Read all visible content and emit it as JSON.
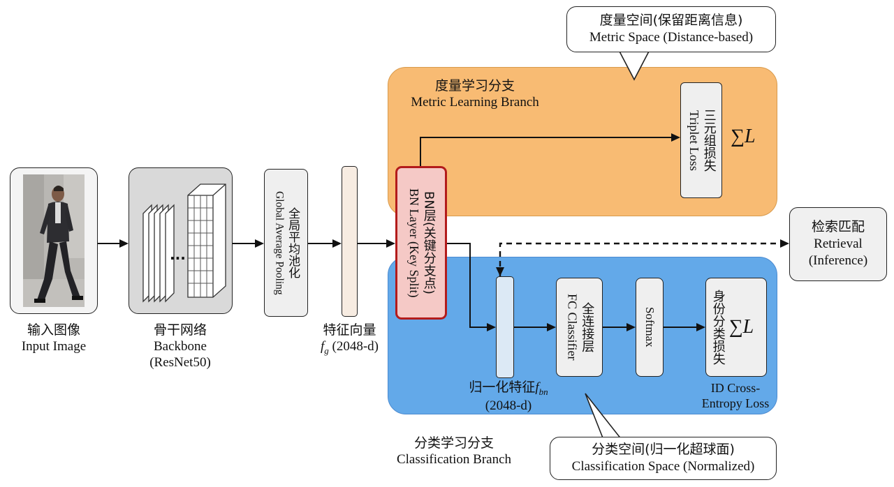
{
  "input": {
    "title_cn": "输入图像",
    "title_en": "Input Image"
  },
  "backbone": {
    "title_cn": "骨干网络",
    "title_en": "Backbone",
    "model": "(ResNet50)",
    "ellipsis": "..."
  },
  "gap": {
    "cn": "全局平均池化",
    "en": "Global Average Pooling"
  },
  "feature": {
    "cn": "特征向量",
    "symbol": "f",
    "sub": "g",
    "dim": "(2048-d)"
  },
  "bn": {
    "cn": "BN层(关键分支点)",
    "en": "BN Layer (Key Split)"
  },
  "metric_branch": {
    "title_cn": "度量学习分支",
    "title_en": "Metric Learning Branch",
    "color": "#f8bb73"
  },
  "metric_space": {
    "cn": "度量空间(保留距离信息)",
    "en": "Metric Space (Distance-based)"
  },
  "triplet": {
    "cn": "三元组损失",
    "en": "Triplet Loss"
  },
  "sum_symbol": "∑L",
  "retrieval": {
    "cn": "检索匹配",
    "en1": "Retrieval",
    "en2": "(Inference)"
  },
  "class_branch": {
    "title_cn": "分类学习分支",
    "title_en": "Classification Branch",
    "color": "#63a9e9"
  },
  "normfeat": {
    "cn": "归一化特征",
    "symbol": "f",
    "sub": "bn",
    "dim": "(2048-d)"
  },
  "fc": {
    "cn": "全连接层",
    "en": "FC Classifier"
  },
  "softmax": {
    "label": "Softmax"
  },
  "idloss": {
    "cn": "身份分类损失",
    "en1": "ID Cross-",
    "en2": "Entropy Loss"
  },
  "class_space": {
    "cn": "分类空间(归一化超球面)",
    "en": "Classification Space (Normalized)"
  },
  "colors": {
    "bn_fill": "#f5c9c6",
    "bn_border": "#b31b1b",
    "vector_fill": "#f7ece2",
    "normvec_fill": "#dce9f5"
  }
}
